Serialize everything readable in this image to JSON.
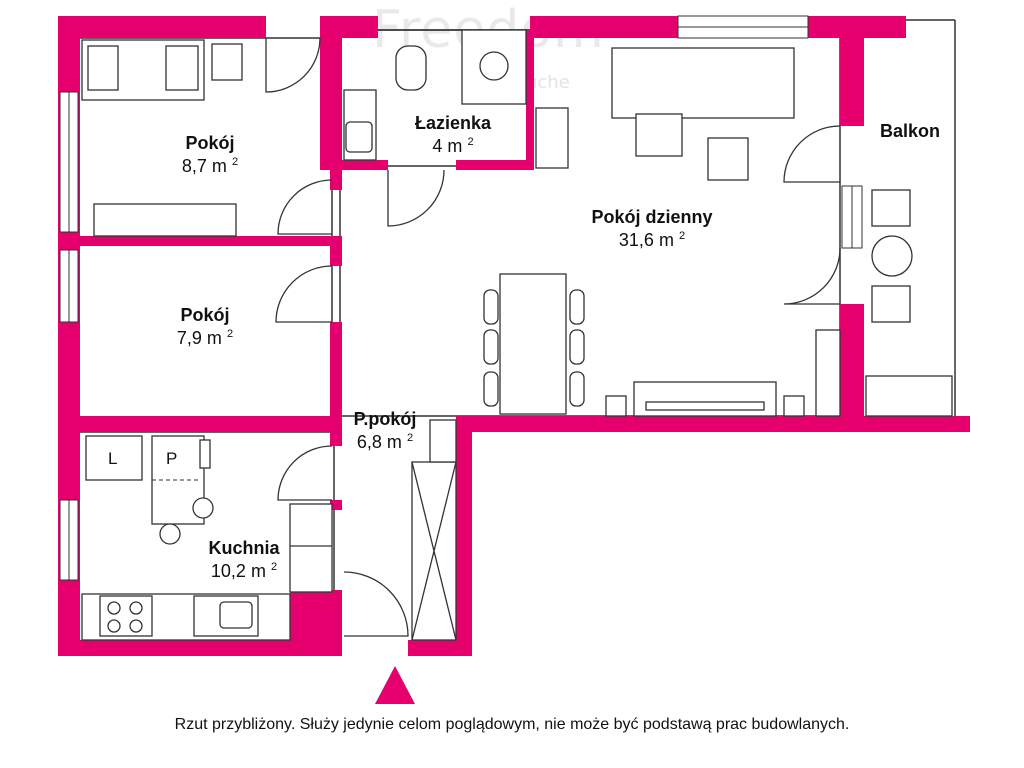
{
  "colors": {
    "wall": "#e6006e",
    "line": "#333333",
    "furniture": "#ffffff"
  },
  "watermark": {
    "brand": "Freedom",
    "sub": "uche"
  },
  "rooms": [
    {
      "name": "Pokój",
      "area": "8,7 m",
      "sup": "2"
    },
    {
      "name": "Pokój",
      "area": "7,9 m",
      "sup": "2"
    },
    {
      "name": "Łazienka",
      "area": "4 m",
      "sup": "2"
    },
    {
      "name": "Pokój dzienny",
      "area": "31,6 m",
      "sup": "2"
    },
    {
      "name": "P.pokój",
      "area": "6,8 m",
      "sup": "2"
    },
    {
      "name": "Kuchnia",
      "area": "10,2 m",
      "sup": "2"
    },
    {
      "name": "Balkon"
    }
  ],
  "appliances": {
    "fridge": "L",
    "oven": "P"
  },
  "entrance_icon": "arrow-up-icon",
  "caption": "Rzut przybliżony. Służy jedynie celom poglądowym, nie może być podstawą prac budowlanych."
}
